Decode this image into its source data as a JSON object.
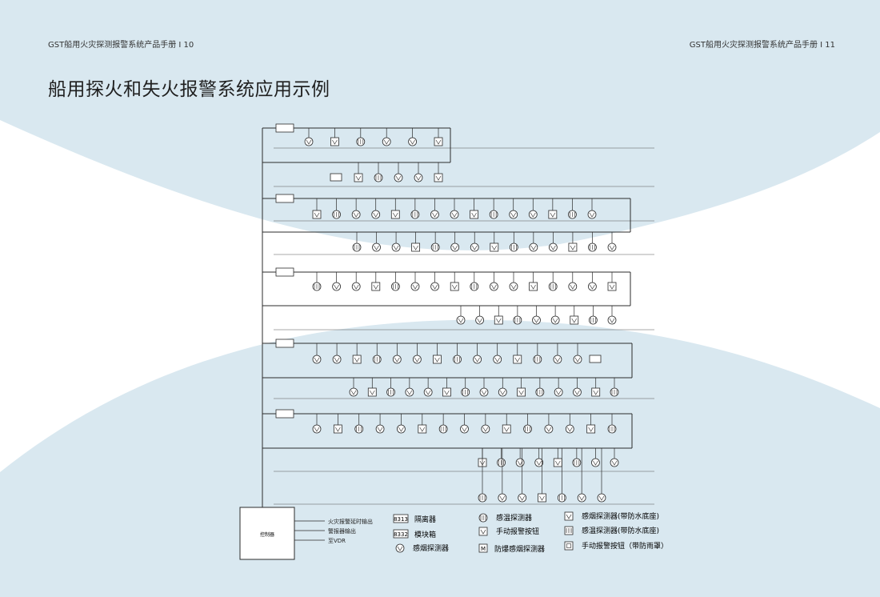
{
  "header": {
    "left": "GST船用火灾探测报警系统产品手册 I 10",
    "right": "GST船用火灾探测报警系统产品手册 I 11"
  },
  "title": "船用探火和失火报警系统应用示例",
  "colors": {
    "background_shape": "#d9e8f0",
    "line": "#2b2b2b"
  },
  "diagram": {
    "isolator_code": "8313",
    "module_code": "8332",
    "control_label": "控制器",
    "outputs": [
      "火灾报警延时输出",
      "警报器输出",
      "至VDR"
    ],
    "legend": [
      {
        "icon": "isolator",
        "label": "隔离器"
      },
      {
        "icon": "module",
        "label": "模块箱"
      },
      {
        "icon": "smoke-detector",
        "label": "感烟探测器"
      },
      {
        "icon": "heat-detector",
        "label": "感温探测器"
      },
      {
        "icon": "manual-call-point",
        "label": "手动报警按钮"
      },
      {
        "icon": "explosion-proof-smoke-detector",
        "label": "防爆感烟探测器"
      },
      {
        "icon": "smoke-detector-waterproof",
        "label": "感烟探测器(带防水底座)"
      },
      {
        "icon": "heat-detector-waterproof",
        "label": "感温探测器(带防水底座)"
      },
      {
        "icon": "manual-call-point-rainproof",
        "label": "手动报警按钮（带防雨罩）"
      }
    ]
  }
}
